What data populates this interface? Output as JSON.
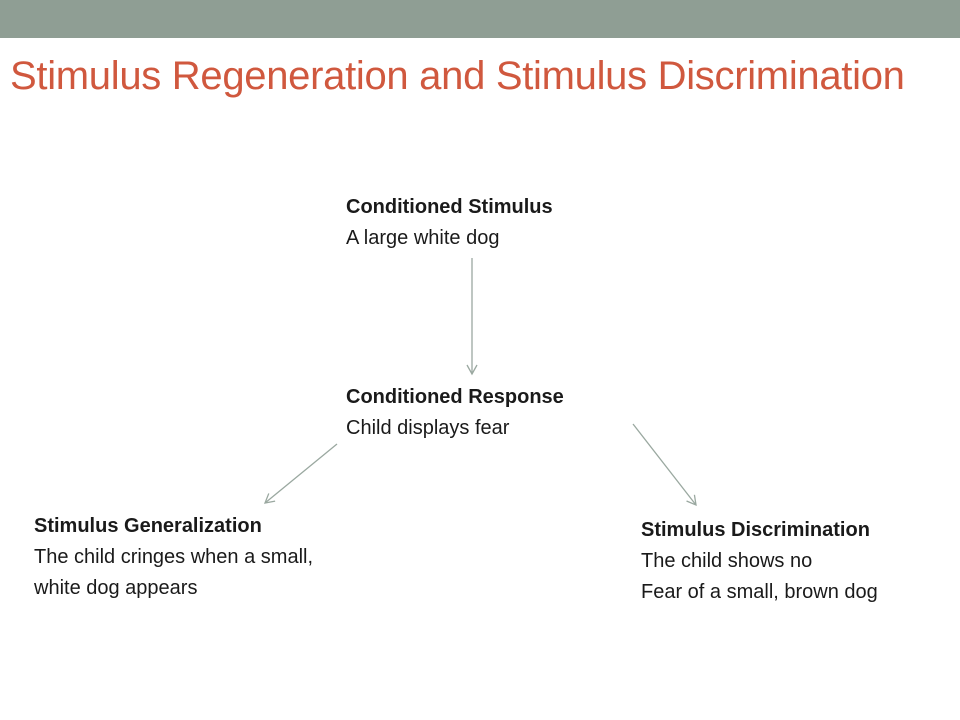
{
  "slide": {
    "title": "Stimulus Regeneration and Stimulus Discrimination"
  },
  "nodes": {
    "conditioned_stimulus": {
      "heading": "Conditioned Stimulus",
      "lines": [
        "A large white dog"
      ]
    },
    "conditioned_response": {
      "heading": "Conditioned Response",
      "lines": [
        "Child displays fear"
      ]
    },
    "stimulus_generalization": {
      "heading": "Stimulus Generalization",
      "lines": [
        "The child cringes when a small,",
        "white dog appears"
      ]
    },
    "stimulus_discrimination": {
      "heading": "Stimulus Discrimination",
      "lines": [
        "The child shows no",
        "Fear of a small, brown dog"
      ]
    }
  },
  "colors": {
    "top_bar": "#8f9e94",
    "title": "#d0583e",
    "arrow": "#9aa8a0",
    "text": "#1a1a1a"
  }
}
